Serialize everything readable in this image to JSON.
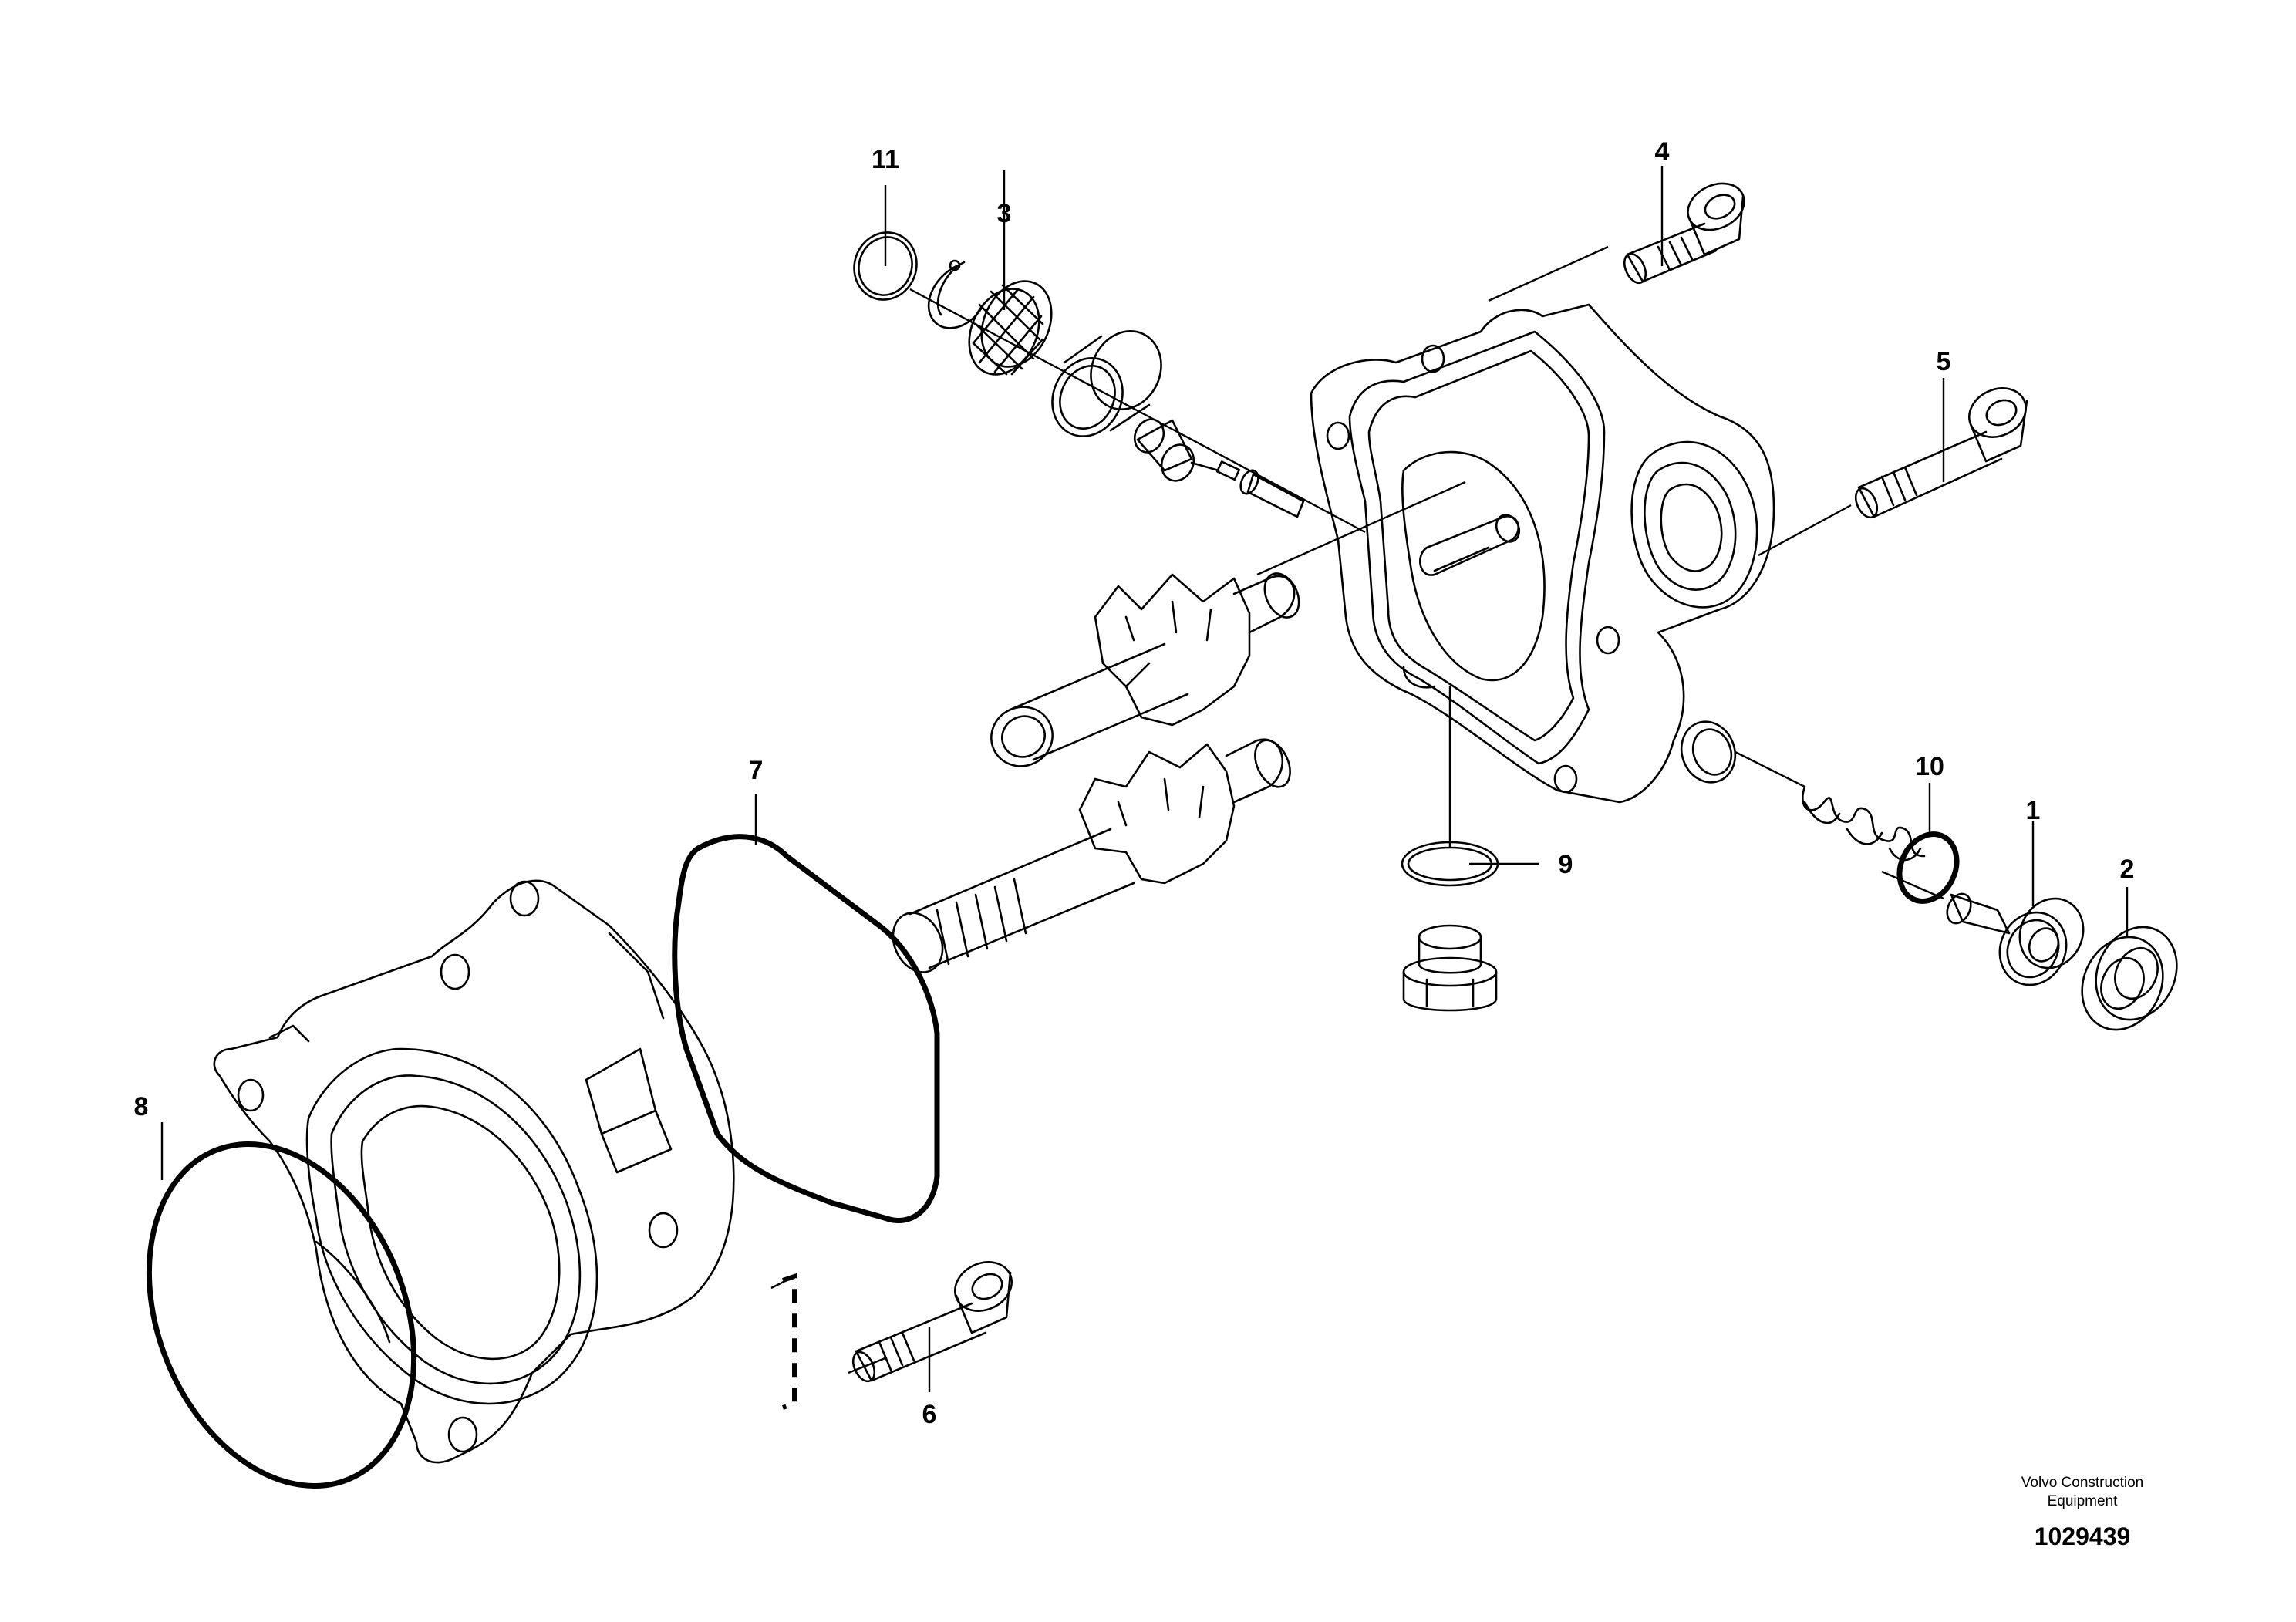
{
  "callouts": [
    {
      "id": "1",
      "label": "1"
    },
    {
      "id": "2",
      "label": "2"
    },
    {
      "id": "3",
      "label": "3"
    },
    {
      "id": "4",
      "label": "4"
    },
    {
      "id": "5",
      "label": "5"
    },
    {
      "id": "6",
      "label": "6"
    },
    {
      "id": "7",
      "label": "7"
    },
    {
      "id": "8",
      "label": "8"
    },
    {
      "id": "9",
      "label": "9"
    },
    {
      "id": "10",
      "label": "10"
    },
    {
      "id": "11",
      "label": "11"
    }
  ],
  "footer": {
    "maker_line1": "Volvo Construction",
    "maker_line2": "Equipment",
    "drawing_number": "1029439"
  }
}
